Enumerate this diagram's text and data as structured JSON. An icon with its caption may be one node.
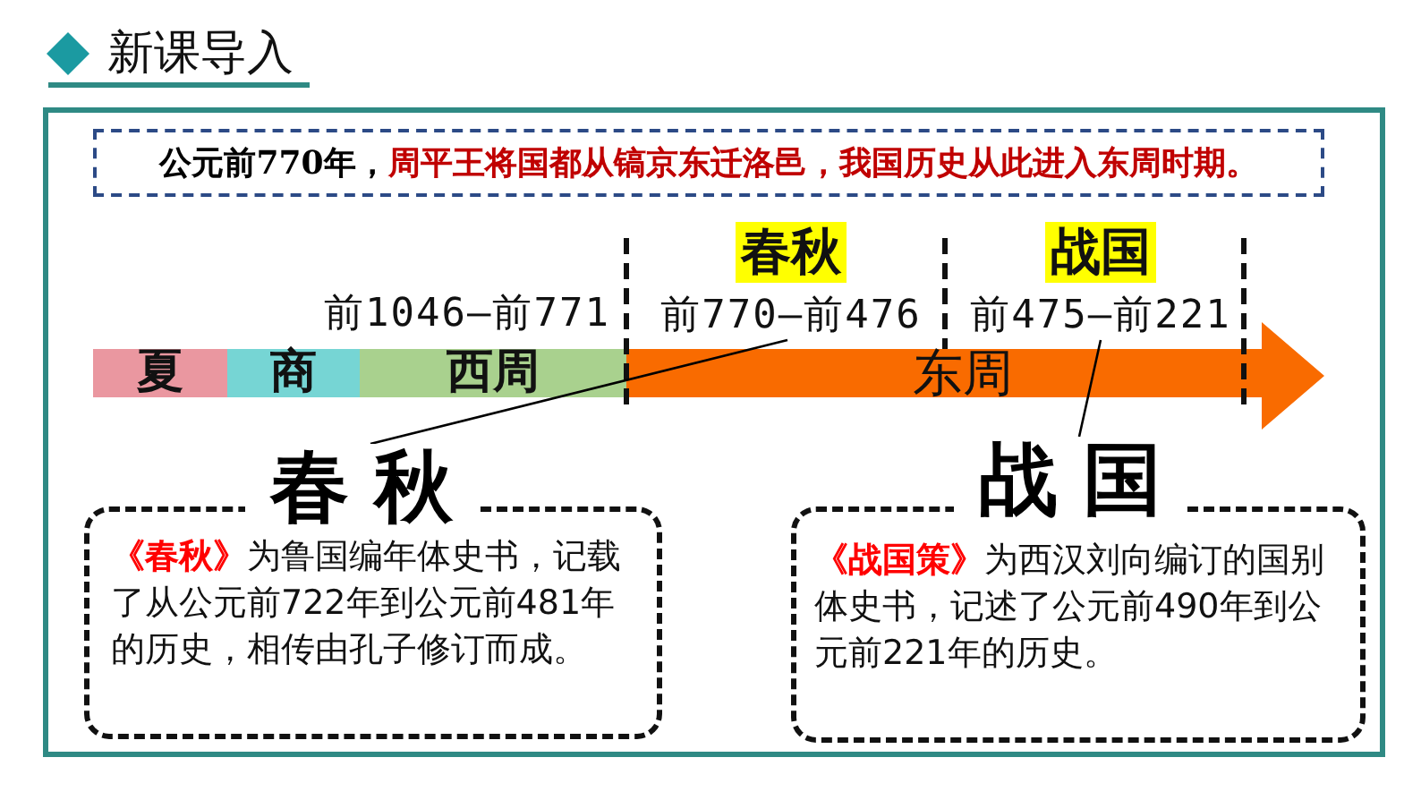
{
  "diagram": {
    "title": "新课导入",
    "nodes": [
      {
        "text": [
          "公元前770年，",
          "周平王将国都从镐京东迁洛邑，我国历史从此进入东周时期。"
        ]
      },
      {
        "text": [
          "春秋"
        ],
        "beside": [
          "前770—前476"
        ]
      },
      {
        "text": [
          "战国"
        ],
        "beside": [
          "前475—前221"
        ]
      },
      {
        "text": [
          "夏"
        ]
      },
      {
        "text": [
          "商"
        ]
      },
      {
        "text": [
          "西周"
        ],
        "beside": [
          "前1046—前771"
        ]
      },
      {
        "text": [
          "东周"
        ]
      },
      {
        "text": [
          "春秋",
          "**《春秋》**为鲁国编年体史书，记载了从公元前722年到公元前481年的历史，相传由孔子修订而成。"
        ]
      },
      {
        "text": [
          "战国",
          "**《战国策》**为西汉刘向编订的国别体史书，记述了公元前490年到公元前221年的历史。"
        ]
      }
    ],
    "edges": [
      {
        "from": 7,
        "to": 1,
        "arrow": "none"
      },
      {
        "from": 8,
        "to": 2,
        "arrow": "none"
      }
    ]
  }
}
